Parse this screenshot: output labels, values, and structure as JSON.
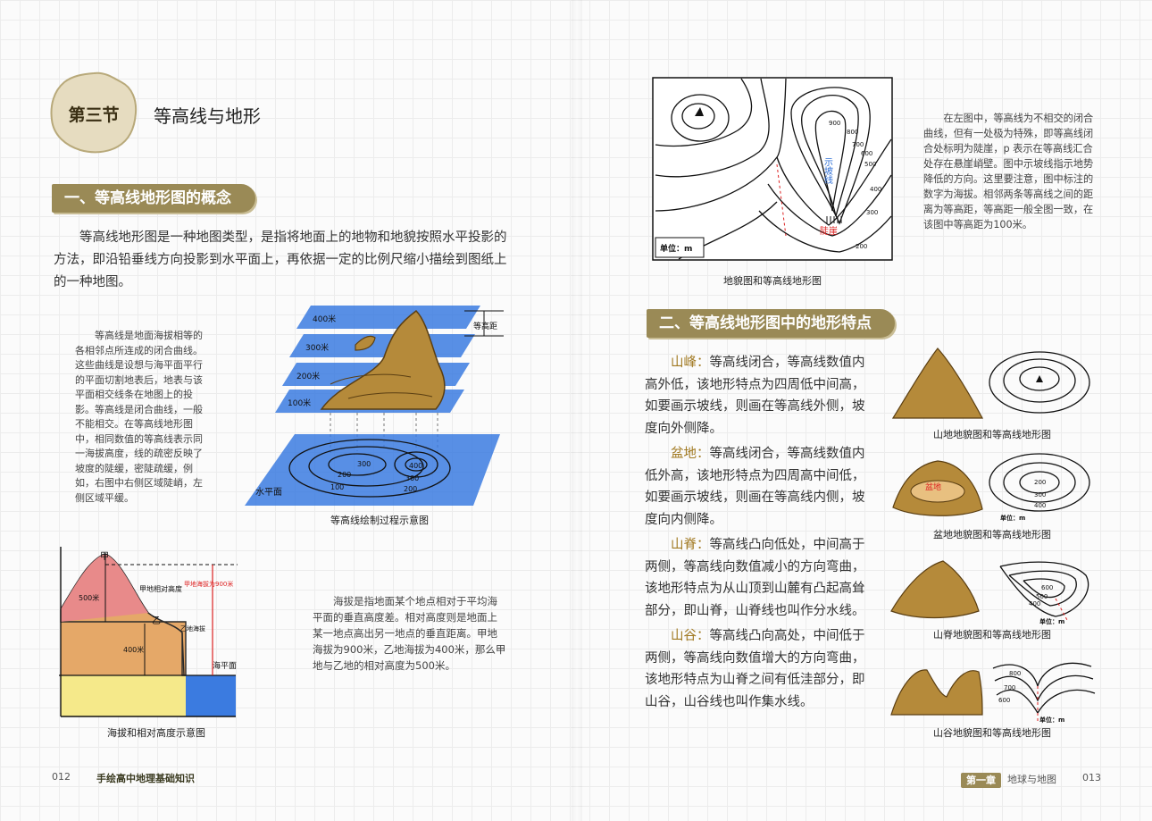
{
  "left": {
    "section_badge": "第三节",
    "section_title": "等高线与地形",
    "banner1": "一、等高线地形图的概念",
    "intro": "等高线地形图是一种地图类型，是指将地面上的地物和地貌按照水平投影的方法，即沿铅垂线方向投影到水平面上，再依据一定的比例尺缩小描绘到图纸上的一种地图。",
    "note_contour": "等高线是地面海拔相等的各相邻点所连成的闭合曲线。这些曲线是设想与海平面平行的平面切割地表后，地表与该平面相交线条在地图上的投影。等高线是闭合曲线，一般不能相交。在等高线地形图中，相同数值的等高线表示同一海拔高度，线的疏密反映了坡度的陡缓，密陡疏缓，例如，右图中右侧区域陡峭，左侧区域平缓。",
    "fig1": {
      "caption": "等高线绘制过程示意图",
      "plane_labels": [
        "400米",
        "300米",
        "200米",
        "100米"
      ],
      "interval_label": "等高距",
      "base_label": "水平面",
      "map_labels": [
        "300",
        "200",
        "100",
        "400",
        "300",
        "200"
      ]
    },
    "fig2": {
      "caption": "海拔和相对高度示意图",
      "labels": {
        "jia": "甲",
        "yi": "乙",
        "h500": "500米",
        "h400": "400米",
        "h900": "甲地海拔为900米",
        "jia_rel": "甲地相对高度",
        "yi_alt": "乙地海拔",
        "sea": "海平面"
      }
    },
    "note_altitude": "海拔是指地面某个地点相对于平均海平面的垂直高度差。相对高度则是地面上某一地点高出另一地点的垂直距离。甲地海拔为900米，乙地海拔为400米，那么甲地与乙地的相对高度为500米。",
    "page_num": "012",
    "book_title": "手绘高中地理基础知识"
  },
  "right": {
    "fig3": {
      "caption": "地貌图和等高线地形图",
      "unit": "单位：m",
      "labels": [
        "900",
        "800",
        "700",
        "600",
        "500",
        "400",
        "300",
        "200"
      ],
      "slope": "示坡线",
      "cliff": "陡崖"
    },
    "note_fig3": "在左图中，等高线为不相交的闭合曲线，但有一处极为特殊，即等高线闭合处标明为陡崖，p 表示在等高线汇合处存在悬崖峭壁。图中示坡线指示地势降低的方向。这里要注意，图中标注的数字为海拔。相邻两条等高线之间的距离为等高距，等高距一般全图一致，在该图中等高距为100米。",
    "banner2": "二、等高线地形图中的地形特点",
    "features": [
      {
        "kw": "山峰：",
        "text": "等高线闭合，等高线数值内高外低，该地形特点为四周低中间高，如要画示坡线，则画在等高线外侧，坡度向外侧降。",
        "caption": "山地地貌图和等高线地形图"
      },
      {
        "kw": "盆地：",
        "text": "等高线闭合，等高线数值内低外高，该地形特点为四周高中间低，如要画示坡线，则画在等高线内侧，坡度向内侧降。",
        "caption": "盆地地貌图和等高线地形图"
      },
      {
        "kw": "山脊：",
        "text": "等高线凸向低处，中间高于两侧，等高线向数值减小的方向弯曲，该地形特点为从山顶到山麓有凸起高耸部分，即山脊，山脊线也叫作分水线。",
        "caption": "山脊地貌图和等高线地形图"
      },
      {
        "kw": "山谷：",
        "text": "等高线凸向高处，中间低于两侧，等高线向数值增大的方向弯曲，该地形特点为山脊之间有低洼部分，即山谷，山谷线也叫作集水线。",
        "caption": "山谷地貌图和等高线地形图"
      }
    ],
    "thumb_labels": {
      "basin_word": "盆地",
      "basin_nums": [
        "200",
        "300",
        "400"
      ],
      "ridge_nums": [
        "600",
        "500",
        "400"
      ],
      "valley_nums": [
        "800",
        "700",
        "600"
      ],
      "unit": "单位：m"
    },
    "chapter_tag": "第一章",
    "chapter_title": "地球与地图",
    "page_num": "013"
  },
  "colors": {
    "banner": "#9a8a56",
    "keyword": "#a07820",
    "water": "#2f6fd6",
    "red": "#d22"
  }
}
